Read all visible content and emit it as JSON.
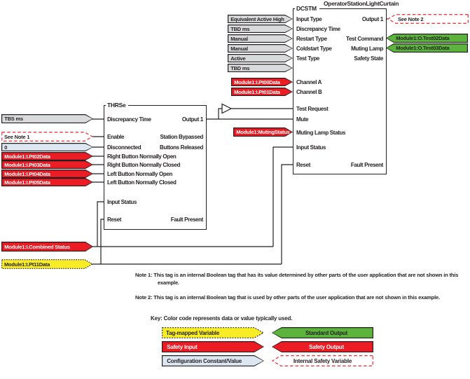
{
  "colors": {
    "ink": "#231f20",
    "safety_red": "#ec1c24",
    "standard_green": "#5cb43c",
    "tag_mapped_yellow": "#f8ec26",
    "config_gray": "#d9dadc",
    "config_blue": "#dde7f2",
    "internal_dash_red": "#ef3e42"
  },
  "blocks": {
    "thrse": {
      "header": "THRSe",
      "inputs": [
        "Discrepancy Time",
        "Enable",
        "Disconnected",
        "Right Button Normally Open",
        "Right Button Normally Closed",
        "Left Button Normally Open",
        "Left Button Normally Closed",
        "Input Status",
        "Reset"
      ],
      "outputs": [
        "Output 1",
        "Station Bypassed",
        "Buttons Released",
        "Fault Present"
      ]
    },
    "dcstm": {
      "title": "OperatorStationLightCurtain",
      "header": "DCSTM",
      "inputs": [
        "Input Type",
        "Discrepancy Time",
        "Restart Type",
        "Coldstart Type",
        "Test Type",
        "Channel A",
        "Channel B",
        "Test Request",
        "Mute",
        "Muting Lamp Status",
        "Input Status",
        "Reset"
      ],
      "outputs": [
        "Output 1",
        "Test Command",
        "Muting Lamp",
        "Safety State",
        "Fault Present"
      ]
    }
  },
  "tags": {
    "tbs": "TBS ms",
    "see_note_1": "See Note 1",
    "zero": "0",
    "pt02": "Module1:I.Pt02Data",
    "pt03": "Module1:I.Pt03Data",
    "pt04": "Module1:I.Pt04Data",
    "pt05": "Module1:I.Pt05Data",
    "combined": "Module1:I.Combined Status",
    "pt11": "Module1:I.Pt11Data",
    "equiv": "Equivalent Active High",
    "tbd1": "TBD ms",
    "manual1": "Manual",
    "manual2": "Manual",
    "active": "Active",
    "tbd2": "TBD ms",
    "pt00": "Module1:I.Pt00Data",
    "pt01": "Module1:I.Pt01Data",
    "muting": "Module1:MutingStatus",
    "see_note_2": "See Note 2",
    "test02": "Module1:O.Test02Data",
    "test03": "Module1:O.Test03Data"
  },
  "notes": {
    "note1": "Note 1: This tag is an internal Boolean tag that has its value determined by other parts of the user application that are not shown in this example.",
    "note2": "Note 2: This tag is an internal Boolean tag that is used by other parts of the user application that are not shown in this example."
  },
  "key": {
    "title": "Key: Color code represents data or value typically used.",
    "items": [
      {
        "label": "Tag-mapped Variable"
      },
      {
        "label": "Standard Output"
      },
      {
        "label": "Safety Input"
      },
      {
        "label": "Safety Output"
      },
      {
        "label": "Configuration Constant/Value"
      },
      {
        "label": "Internal Safety Variable"
      }
    ]
  }
}
